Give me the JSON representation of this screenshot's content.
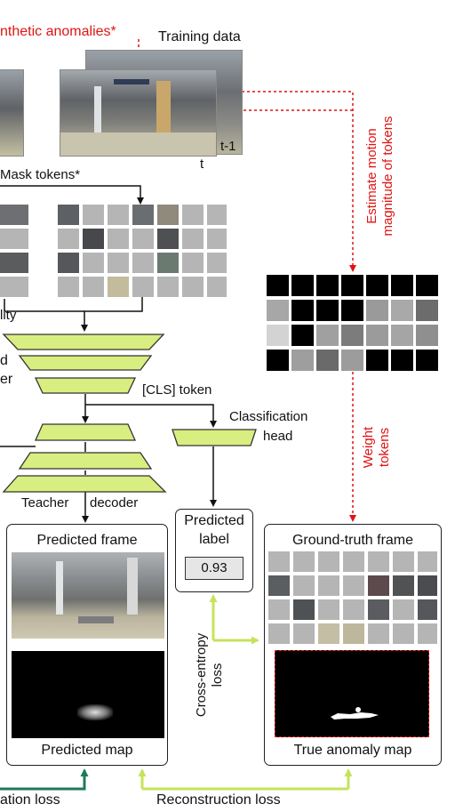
{
  "labels": {
    "synthetic_anomalies": "nthetic anomalies*",
    "training_data": "Training data",
    "t_minus_1": "t-1",
    "t": "t",
    "mask_tokens": "Mask tokens*",
    "lity": "lity",
    "encoder_frag_1": "d",
    "encoder_frag_2": "er",
    "cls_token": "[CLS] token",
    "classification_head_1": "Classification",
    "classification_head_2": "head",
    "teacher_decoder_1": "Teacher",
    "teacher_decoder_2": "decoder",
    "estimate_motion_1": "Estimate motion",
    "estimate_motion_2": "magnitude of tokens",
    "weight_tokens_1": "Weight",
    "weight_tokens_2": "tokens",
    "predicted_frame": "Predicted frame",
    "predicted_label_1": "Predicted",
    "predicted_label_2": "label",
    "predicted_value": "0.93",
    "ground_truth_frame": "Ground-truth frame",
    "predicted_map": "Predicted map",
    "true_anomaly_map": "True anomaly map",
    "cross_entropy_1": "Cross-entropy",
    "cross_entropy_2": "loss",
    "distillation_loss": "ation loss",
    "reconstruction_loss": "Reconstruction loss"
  },
  "colors": {
    "trapezoid_fill": "#d8ee80",
    "trapezoid_stroke": "#333333",
    "red_dashed": "#e01414",
    "reconstruction_arrow": "#c6e35a",
    "distillation_arrow": "#1f7a5a",
    "mask_gray": "#b5b5b5"
  }
}
